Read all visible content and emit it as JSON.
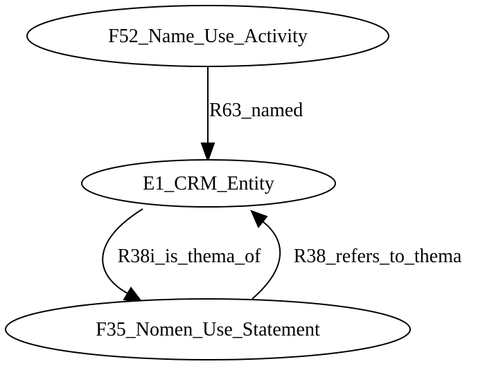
{
  "diagram": {
    "nodes": {
      "name_use_activity": "F52_Name_Use_Activity",
      "crm_entity": "E1_CRM_Entity",
      "nomen_use_statement": "F35_Nomen_Use_Statement"
    },
    "edges": {
      "r63": "R63_named",
      "r38i": "R38i_is_thema_of",
      "r38": "R38_refers_to_thema"
    }
  }
}
